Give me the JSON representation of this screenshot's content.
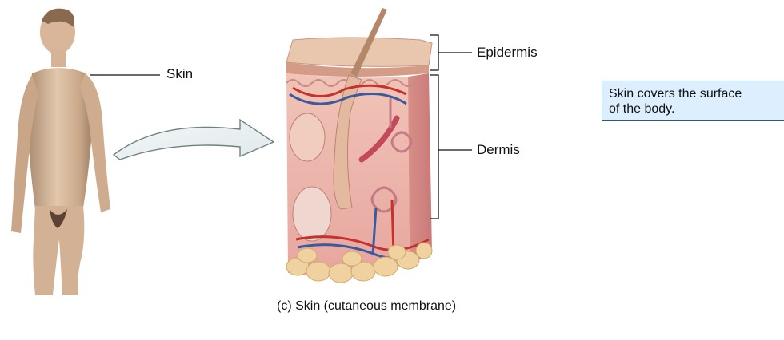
{
  "figure": {
    "skin_label": "Skin",
    "epidermis_label": "Epidermis",
    "dermis_label": "Dermis",
    "caption": "(c)  Skin (cutaneous membrane)",
    "callout": {
      "line1": "Skin covers the surface",
      "line2": "of the body."
    }
  },
  "colors": {
    "callout_fill": "#ddeeff",
    "callout_border": "#1c5e8a",
    "arrow_fill": "#e8f0f1",
    "skin_tissue": "#e9a9a2",
    "epidermis_top": "#e6c0a8",
    "vessel_red": "#c8302a",
    "vessel_blue": "#3b5a9e",
    "fat_yellow": "#f0d2a0"
  }
}
